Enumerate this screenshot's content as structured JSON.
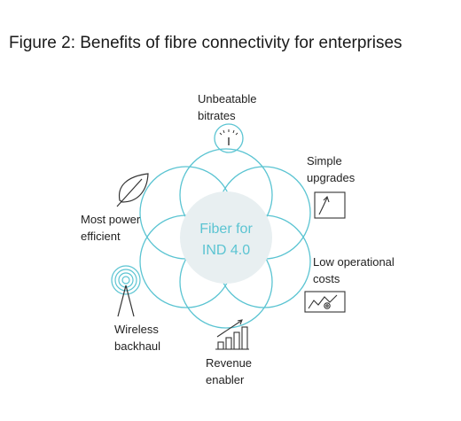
{
  "title": "Figure 2: Benefits of fibre connectivity for enterprises",
  "center": {
    "line1": "Fiber for",
    "line2": "IND 4.0"
  },
  "benefits": {
    "bitrates": {
      "line1": "Unbeatable",
      "line2": "bitrates",
      "icon": "speedometer-icon"
    },
    "upgrades": {
      "line1": "Simple",
      "line2": "upgrades",
      "icon": "upgrade-arrow-icon"
    },
    "costs": {
      "line1": "Low operational",
      "line2": "costs",
      "icon": "cost-chart-icon"
    },
    "revenue": {
      "line1": "Revenue",
      "line2": "enabler",
      "icon": "bar-growth-icon"
    },
    "backhaul": {
      "line1": "Wireless",
      "line2": "backhaul",
      "icon": "antenna-icon"
    },
    "power": {
      "line1": "Most power",
      "line2": "efficient",
      "icon": "leaf-icon"
    }
  },
  "colors": {
    "accent": "#5bc4d2",
    "center_fill": "#e8eff1",
    "center_text": "#5bc4d2",
    "icon_dark": "#333333"
  }
}
